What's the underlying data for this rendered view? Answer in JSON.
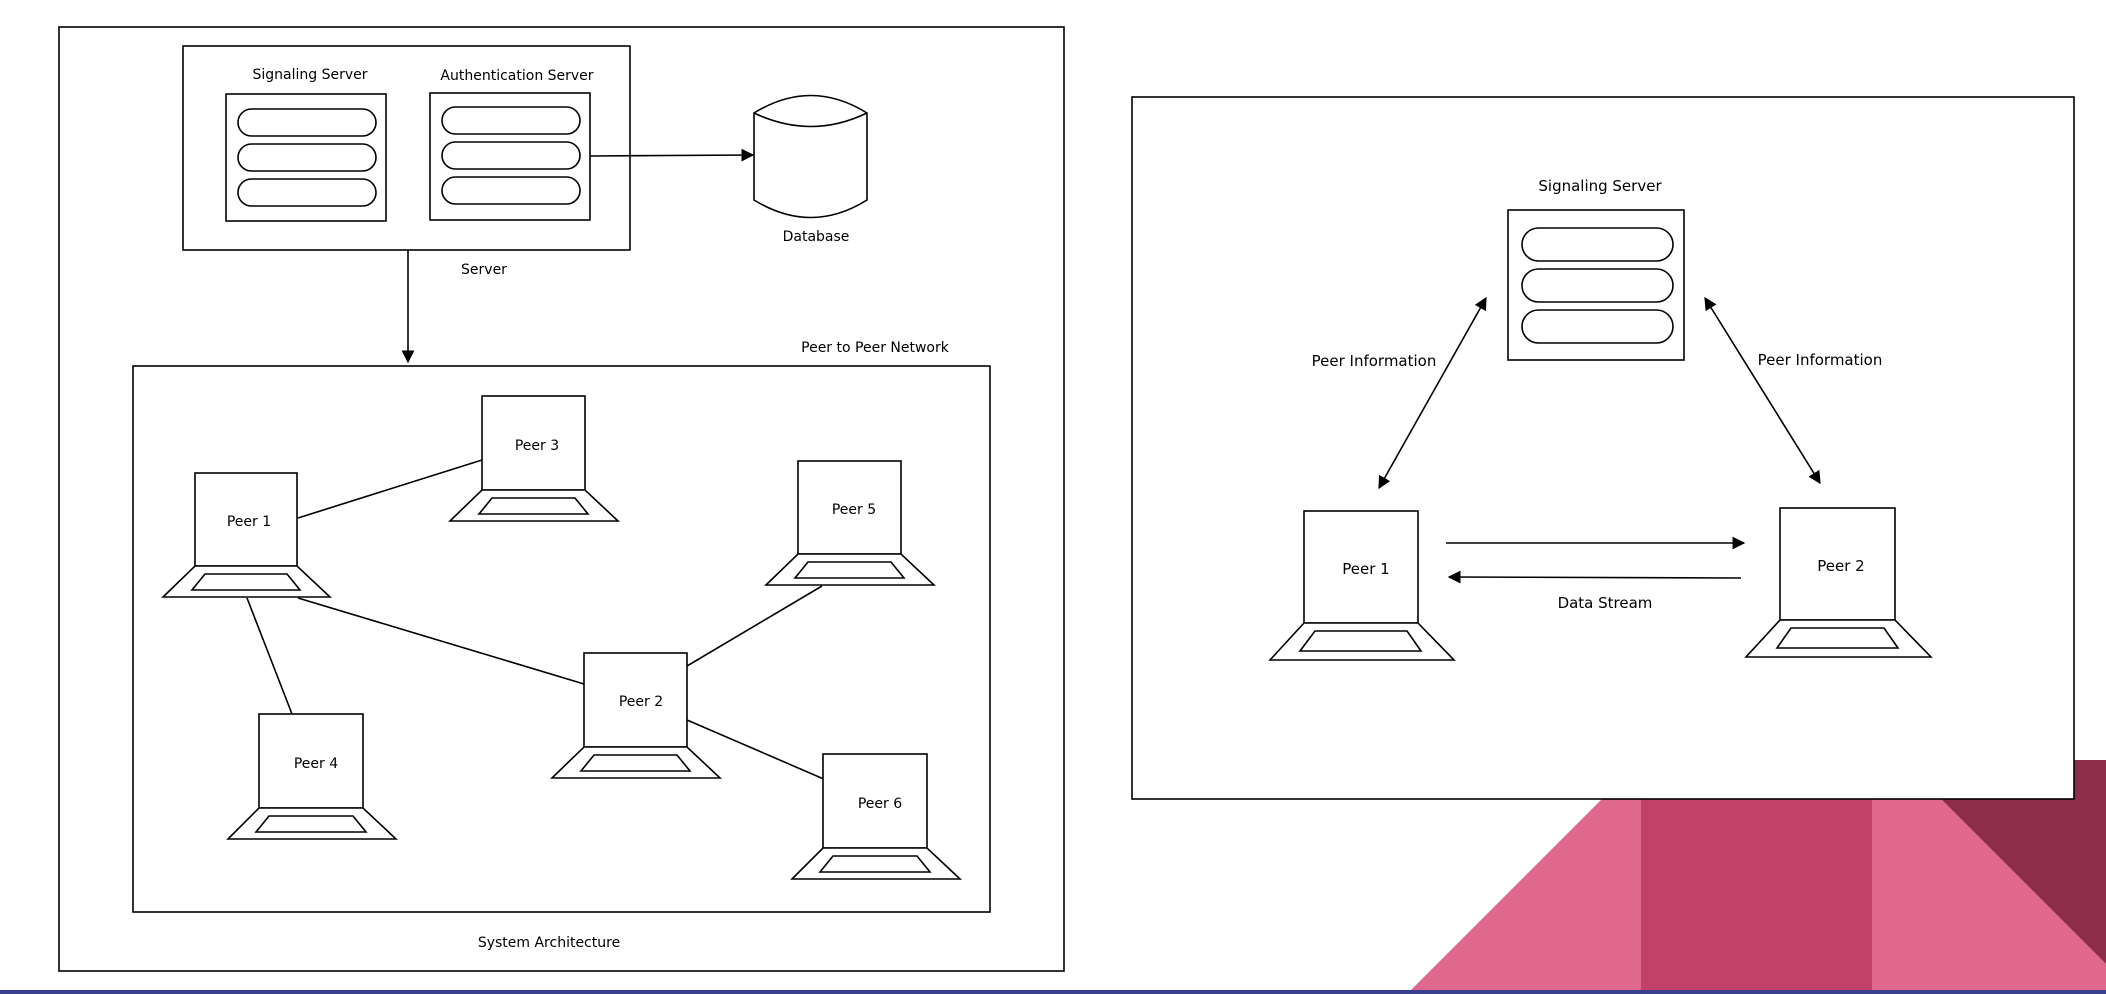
{
  "colors": {
    "deco_pink": "#e0688f",
    "deco_crimson": "#c24168",
    "deco_maroon": "#8c2e4b",
    "bottom_rule": "#3a3f8f",
    "ink": "#000000"
  },
  "left_diagram": {
    "caption": "System Architecture",
    "server_group": {
      "label": "Server",
      "signaling_label": "Signaling Server",
      "auth_label": "Authentication Server"
    },
    "database_label": "Database",
    "network_label": "Peer to Peer Network",
    "peers": {
      "p1": "Peer 1",
      "p2": "Peer 2",
      "p3": "Peer 3",
      "p4": "Peer 4",
      "p5": "Peer 5",
      "p6": "Peer 6"
    }
  },
  "right_diagram": {
    "signaling_label": "Signaling Server",
    "peer_info_left": "Peer Information",
    "peer_info_right": "Peer Information",
    "data_stream_label": "Data Stream",
    "peer1": "Peer 1",
    "peer2": "Peer 2"
  }
}
